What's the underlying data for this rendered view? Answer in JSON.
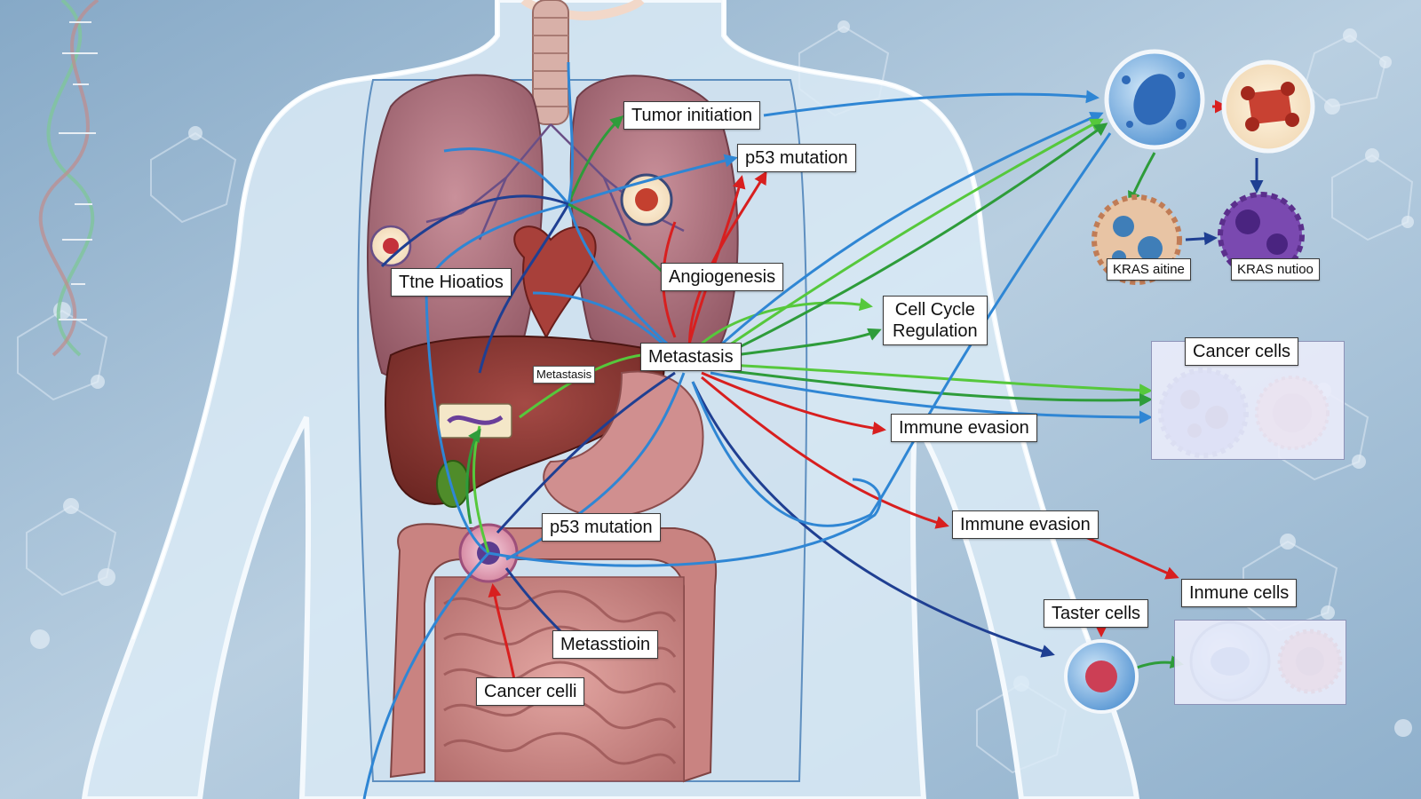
{
  "labels": {
    "tumor_initiation": "Tumor initiation",
    "p53_mutation_top": "p53 mutation",
    "tine_hioatios": "Ttne Hioatios",
    "angiogenesis": "Angiogenesis",
    "cell_cycle_line1": "Cell Cycle",
    "cell_cycle_line2": "Regulation",
    "metastasis_main": "Metastasis",
    "metastasis_small": "Metastasis",
    "immune_evasion_1": "Immune evasion",
    "immune_evasion_2": "Immune evasion",
    "immune_cells": "Inmune cells",
    "p53_mutation_mid": "p53 mutation",
    "metasstoin": "Metasstioin",
    "cancer_cells_bottom": "Cancer celli",
    "taster_cells": "Taster cells",
    "cancer_cells_panel": "Cancer cells",
    "kras_left": "KRAS aitine",
    "kras_right": "KRAS nutioo"
  },
  "colors": {
    "background": "#a9c3d9",
    "body_outline": "#e9f3fb",
    "arrow_blue": "#2f86d4",
    "arrow_navy": "#1f3f92",
    "arrow_green": "#2e9c3a",
    "arrow_light_green": "#56c83c",
    "arrow_red": "#d81f1f"
  }
}
